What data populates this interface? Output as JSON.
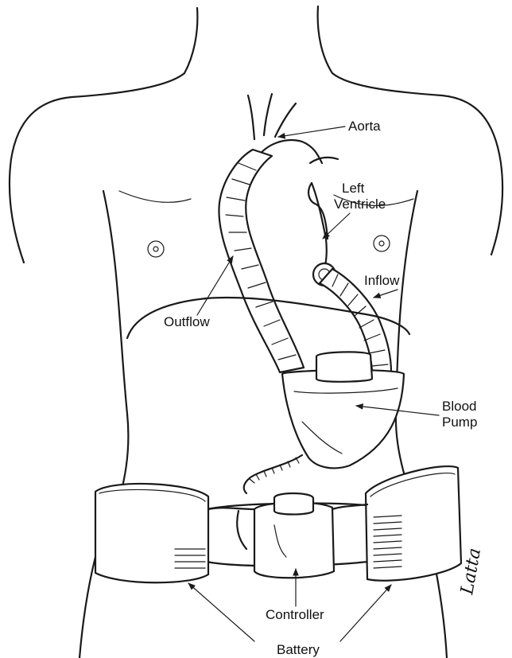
{
  "labels": {
    "aorta": "Aorta",
    "left_ventricle_line1": "Left",
    "left_ventricle_line2": "Ventricle",
    "inflow": "Inflow",
    "outflow": "Outflow",
    "blood_pump_line1": "Blood",
    "blood_pump_line2": "Pump",
    "controller": "Controller",
    "battery": "Battery"
  },
  "signature": "Latta",
  "colors": {
    "ink": "#1a1a1a",
    "paper": "#ffffff"
  }
}
